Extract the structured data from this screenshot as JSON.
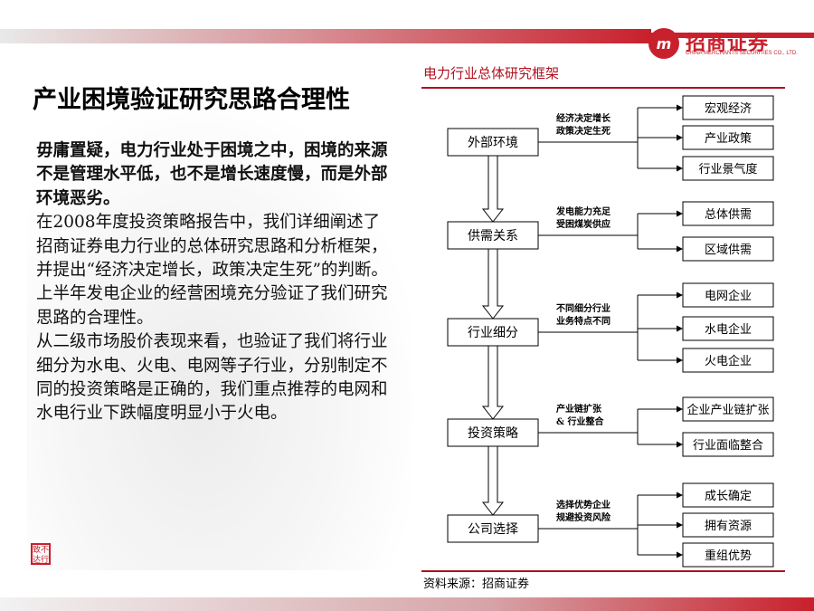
{
  "header": {
    "logo_text": "招商证券",
    "logo_subtext": "CHINA MERCHANTS SECURITIES CO., LTD."
  },
  "page": {
    "title": "产业困境验证研究思路合理性",
    "lead": "毋庸置疑，电力行业处于困境之中，困境的来源不是管理水平低，也不是增长速度慢，而是外部环境恶劣。",
    "para1": "在2008年度投资策略报告中，我们详细阐述了招商证券电力行业的总体研究思路和分析框架，并提出“经济决定增长，政策决定生死”的判断。上半年发电企业的经营困境充分验证了我们研究思路的合理性。",
    "para2": "从二级市场股价表现来看，也验证了我们将行业细分为水电、火电、电网等子行业，分别制定不同的投资策略是正确的，我们重点推荐的电网和水电行业下跌幅度明显小于火电。"
  },
  "diagram": {
    "title": "电力行业总体研究框架",
    "source": "资料来源：招商证券",
    "stages": [
      {
        "label": "外部环境",
        "note": [
          "经济决定增长",
          "政策决定生死"
        ],
        "items": [
          "宏观经济",
          "产业政策",
          "行业景气度"
        ]
      },
      {
        "label": "供需关系",
        "note": [
          "发电能力充足",
          "受困煤炭供应"
        ],
        "items": [
          "总体供需",
          "区域供需"
        ]
      },
      {
        "label": "行业细分",
        "note": [
          "不同细分行业",
          "业务特点不同"
        ],
        "items": [
          "电网企业",
          "水电企业",
          "火电企业"
        ]
      },
      {
        "label": "投资策略",
        "note": [
          "产业链扩张",
          "& 行业整合"
        ],
        "items": [
          "企业产业链扩张",
          "行业面临整合"
        ]
      },
      {
        "label": "公司选择",
        "note": [
          "选择优势企业",
          "规避投资风险"
        ],
        "items": [
          "成长确定",
          "拥有资源",
          "重组优势"
        ]
      }
    ]
  },
  "colors": {
    "brand_red": "#c8202c",
    "title_red": "#b01020"
  }
}
